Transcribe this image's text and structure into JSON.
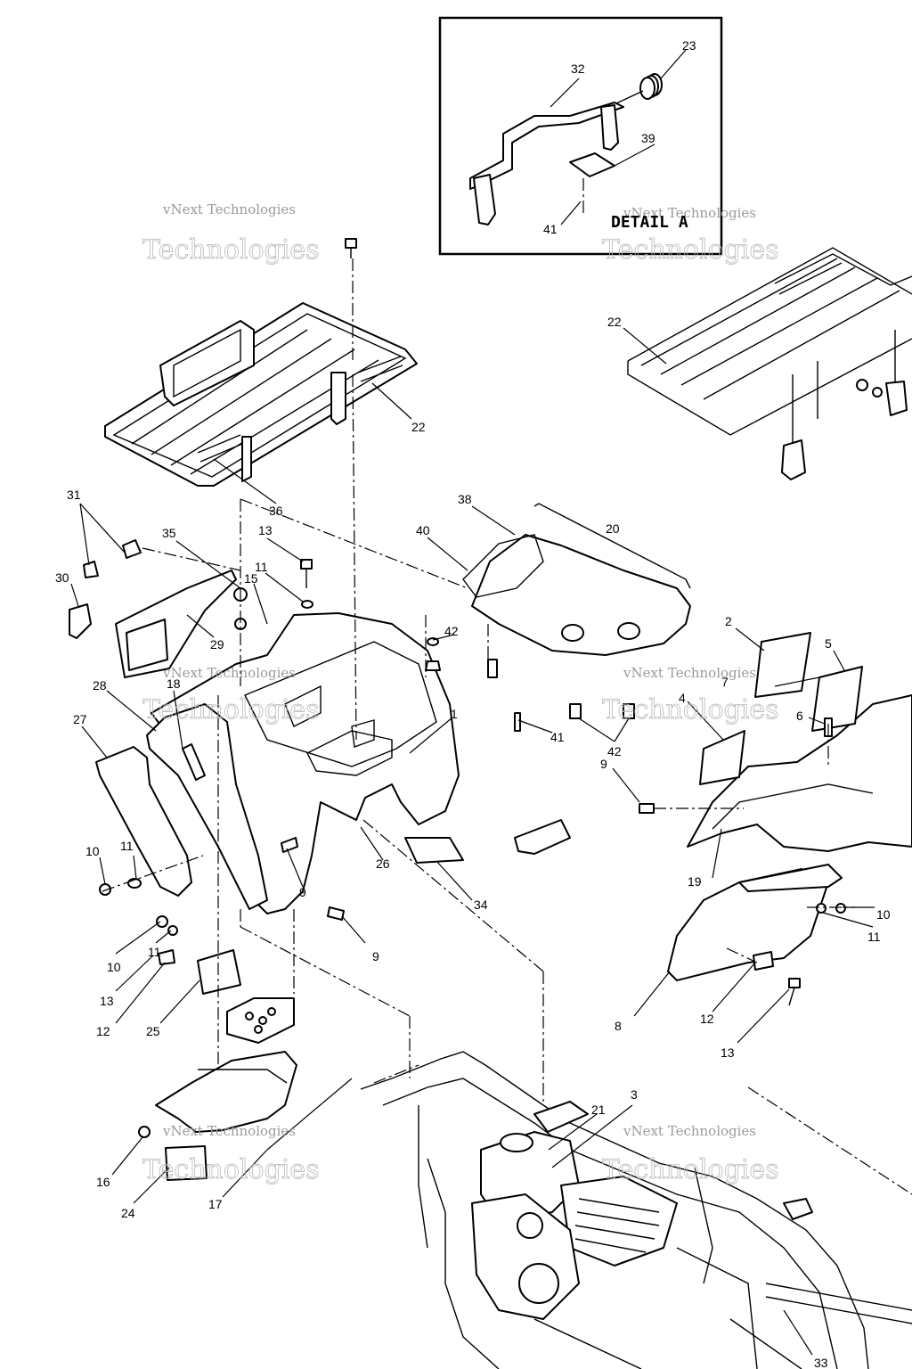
{
  "detail_box": {
    "title": "DETAIL A"
  },
  "watermark": {
    "line1": "vNext Technologies",
    "line2": "Technologies"
  },
  "callouts": [
    {
      "id": "c23",
      "text": "23"
    },
    {
      "id": "c32",
      "text": "32"
    },
    {
      "id": "c39",
      "text": "39"
    },
    {
      "id": "c41a",
      "text": "41"
    },
    {
      "id": "c22a",
      "text": "22"
    },
    {
      "id": "c36",
      "text": "36"
    },
    {
      "id": "c22b",
      "text": "22"
    },
    {
      "id": "c31",
      "text": "31"
    },
    {
      "id": "c35",
      "text": "35"
    },
    {
      "id": "c30",
      "text": "30"
    },
    {
      "id": "c29",
      "text": "29"
    },
    {
      "id": "c13a",
      "text": "13"
    },
    {
      "id": "c11a",
      "text": "11"
    },
    {
      "id": "c15",
      "text": "15"
    },
    {
      "id": "c38",
      "text": "38"
    },
    {
      "id": "c40",
      "text": "40"
    },
    {
      "id": "c20",
      "text": "20"
    },
    {
      "id": "c42a",
      "text": "42"
    },
    {
      "id": "c41b",
      "text": "41"
    },
    {
      "id": "c42b",
      "text": "42"
    },
    {
      "id": "c1",
      "text": "1"
    },
    {
      "id": "c28",
      "text": "28"
    },
    {
      "id": "c18",
      "text": "18"
    },
    {
      "id": "c27",
      "text": "27"
    },
    {
      "id": "c2",
      "text": "2"
    },
    {
      "id": "c5",
      "text": "5"
    },
    {
      "id": "c6",
      "text": "6"
    },
    {
      "id": "c7",
      "text": "7"
    },
    {
      "id": "c4",
      "text": "4"
    },
    {
      "id": "c9a",
      "text": "9"
    },
    {
      "id": "c26",
      "text": "26"
    },
    {
      "id": "c34",
      "text": "34"
    },
    {
      "id": "c9b",
      "text": "9"
    },
    {
      "id": "c9c",
      "text": "9"
    },
    {
      "id": "c10a",
      "text": "10"
    },
    {
      "id": "c11b",
      "text": "11"
    },
    {
      "id": "c19",
      "text": "19"
    },
    {
      "id": "c10b",
      "text": "10"
    },
    {
      "id": "c11c",
      "text": "11"
    },
    {
      "id": "c10c",
      "text": "10"
    },
    {
      "id": "c11d",
      "text": "11"
    },
    {
      "id": "c13b",
      "text": "13"
    },
    {
      "id": "c12a",
      "text": "12"
    },
    {
      "id": "c25",
      "text": "25"
    },
    {
      "id": "c8",
      "text": "8"
    },
    {
      "id": "c12b",
      "text": "12"
    },
    {
      "id": "c13c",
      "text": "13"
    },
    {
      "id": "c3",
      "text": "3"
    },
    {
      "id": "c21",
      "text": "21"
    },
    {
      "id": "c16",
      "text": "16"
    },
    {
      "id": "c24",
      "text": "24"
    },
    {
      "id": "c17",
      "text": "17"
    },
    {
      "id": "c33",
      "text": "33"
    }
  ]
}
